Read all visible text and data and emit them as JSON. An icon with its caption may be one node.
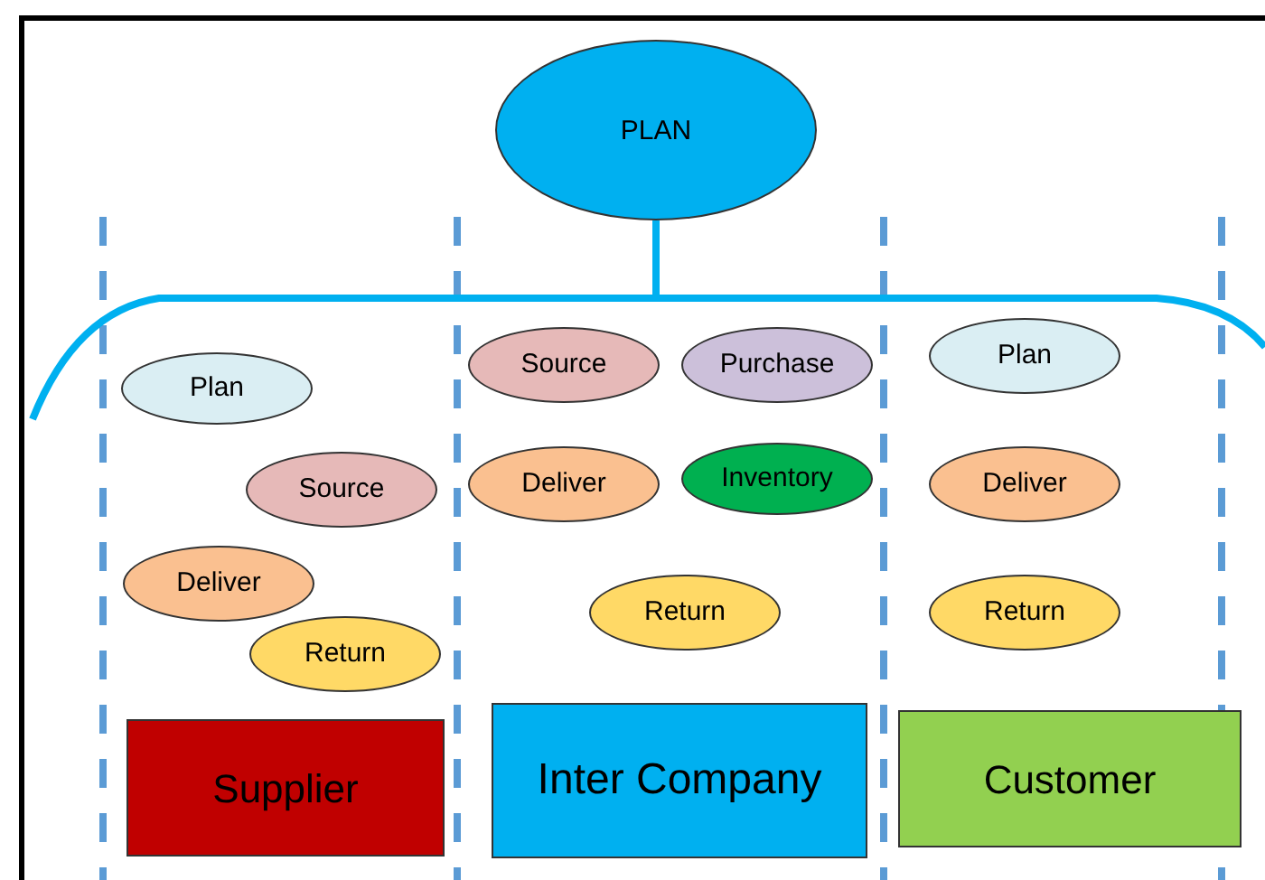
{
  "diagram": {
    "nodes": [
      {
        "text": [
          "PLAN"
        ]
      },
      {
        "text": [
          "Plan"
        ]
      },
      {
        "text": [
          "Source"
        ]
      },
      {
        "text": [
          "Deliver"
        ]
      },
      {
        "text": [
          "Return"
        ]
      },
      {
        "text": [
          "Supplier"
        ]
      },
      {
        "text": [
          "Source"
        ]
      },
      {
        "text": [
          "Purchase"
        ]
      },
      {
        "text": [
          "Deliver"
        ]
      },
      {
        "text": [
          "Inventory"
        ]
      },
      {
        "text": [
          "Return"
        ]
      },
      {
        "text": [
          "Inter Company"
        ]
      },
      {
        "text": [
          "Plan"
        ]
      },
      {
        "text": [
          "Deliver"
        ]
      },
      {
        "text": [
          "Return"
        ]
      },
      {
        "text": [
          "Customer"
        ]
      }
    ]
  }
}
